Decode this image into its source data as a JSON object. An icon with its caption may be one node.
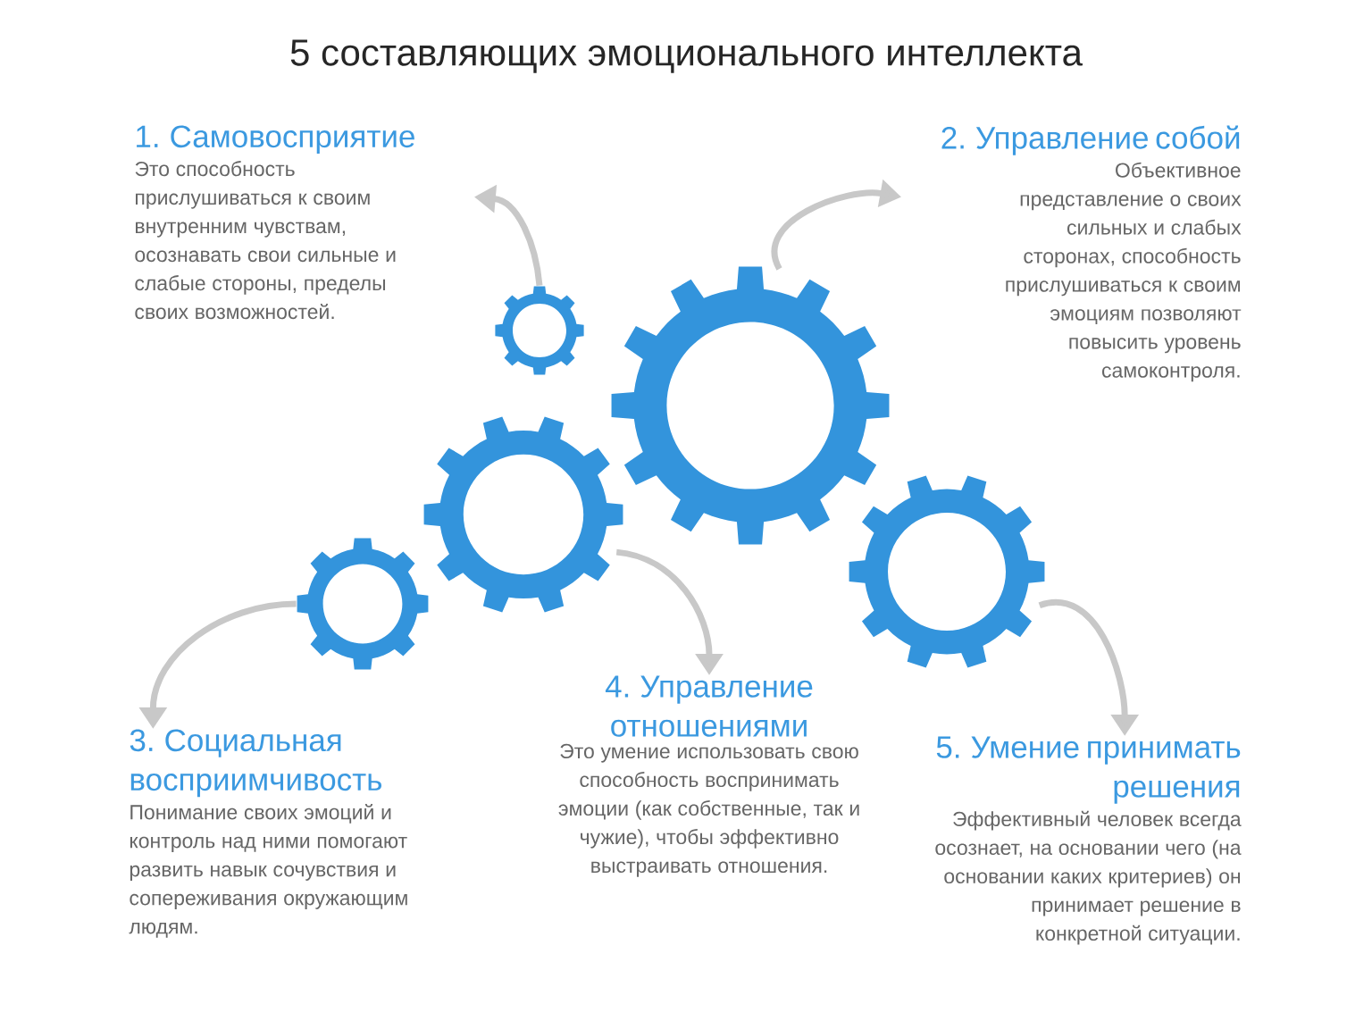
{
  "diagram": {
    "title": "5 составляющих эмоционального интеллекта",
    "nodes": [
      {
        "text": [
          "1. Самовосприятие",
          "Это способность прислушиваться к своим внутренним чувствам, осознавать свои сильные и слабые стороны, пределы своих возможностей."
        ]
      },
      {
        "text": [
          "2. Управление собой",
          "Объективное представление о своих сильных и слабых сторонах, способность прислушиваться к своим эмоциям позволяют повысить уровень самоконтроля."
        ]
      },
      {
        "text": [
          "3. Социальная восприимчивость",
          "Понимание своих эмоций и контроль над ними помогают развить навык сочувствия и сопереживания окружающим людям."
        ]
      },
      {
        "text": [
          "4. Управление отношениями",
          "Это умение использовать свою способность воспринимать эмоции (как собственные, так и чужие), чтобы эффективно выстраивать отношения."
        ]
      },
      {
        "text": [
          "5. Умение принимать решения",
          "Эффективный человек всегда осознает, на основании чего (на основании каких критериев) он принимает решение в конкретной ситуации."
        ]
      },
      {
        "text": [],
        "shape": "gear"
      },
      {
        "text": [],
        "shape": "gear"
      },
      {
        "text": [],
        "shape": "gear"
      },
      {
        "text": [],
        "shape": "gear"
      },
      {
        "text": [],
        "shape": "gear"
      }
    ],
    "edges": [
      {
        "from": 7,
        "to": 0,
        "arrow": "to"
      },
      {
        "from": 8,
        "to": 1,
        "arrow": "to"
      },
      {
        "from": 5,
        "to": 2,
        "arrow": "to"
      },
      {
        "from": 6,
        "to": 3,
        "arrow": "to"
      },
      {
        "from": 9,
        "to": 4,
        "arrow": "to"
      }
    ]
  }
}
